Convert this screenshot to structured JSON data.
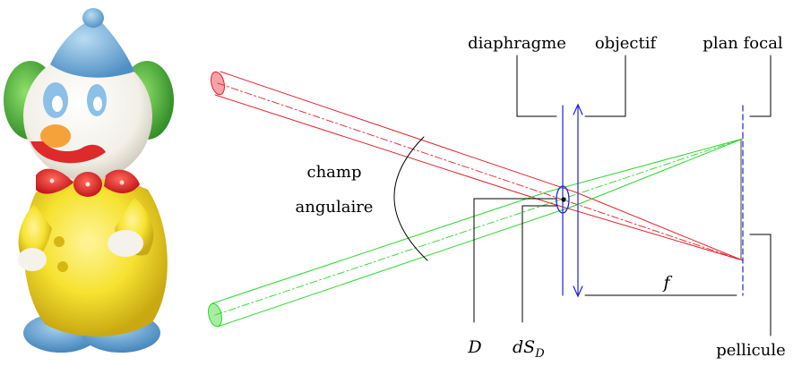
{
  "labels": {
    "diaphragme": "diaphragme",
    "objectif": "objectif",
    "plan_focal": "plan focal",
    "champ_line1": "champ",
    "champ_line2": "angulaire",
    "f": "f",
    "D": "D",
    "dS": "dS",
    "dS_sub": "D",
    "pellicule": "pellicule"
  },
  "image": {
    "subject": "clown figurine"
  },
  "colors": {
    "red_beam": "#e8202a",
    "green_beam": "#2ad82a",
    "lens_blue": "#1f1fe0",
    "line_black": "#000000"
  }
}
